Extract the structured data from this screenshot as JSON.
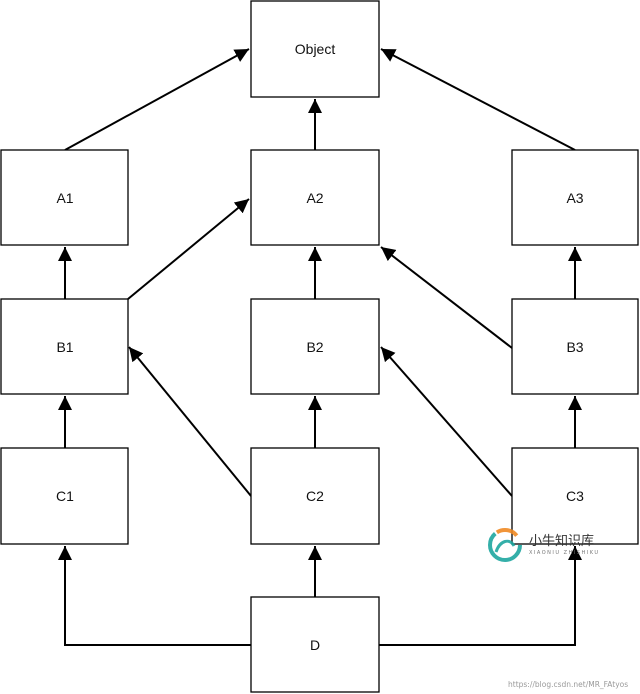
{
  "nodes": {
    "object": "Object",
    "a1": "A1",
    "a2": "A2",
    "a3": "A3",
    "b1": "B1",
    "b2": "B2",
    "b3": "B3",
    "c1": "C1",
    "c2": "C2",
    "c3": "C3",
    "d": "D"
  },
  "edges": [
    {
      "from": "A1",
      "to": "Object"
    },
    {
      "from": "A2",
      "to": "Object"
    },
    {
      "from": "A3",
      "to": "Object"
    },
    {
      "from": "B1",
      "to": "A1"
    },
    {
      "from": "B1",
      "to": "A2"
    },
    {
      "from": "B2",
      "to": "A2"
    },
    {
      "from": "B3",
      "to": "A2"
    },
    {
      "from": "B3",
      "to": "A3"
    },
    {
      "from": "C1",
      "to": "B1"
    },
    {
      "from": "C2",
      "to": "B1"
    },
    {
      "from": "C2",
      "to": "B2"
    },
    {
      "from": "C3",
      "to": "B2"
    },
    {
      "from": "C3",
      "to": "B3"
    },
    {
      "from": "D",
      "to": "C1"
    },
    {
      "from": "D",
      "to": "C2"
    },
    {
      "from": "D",
      "to": "C3"
    }
  ],
  "watermark": {
    "brand": "小牛知识库",
    "sub": "XIAONIU ZHISHIKU",
    "url": "https://blog.csdn.net/MR_FAtyos"
  },
  "colors": {
    "line": "#000000",
    "box_fill": "#ffffff",
    "logo_teal": "#1fa7a0",
    "logo_orange": "#f08a24"
  }
}
